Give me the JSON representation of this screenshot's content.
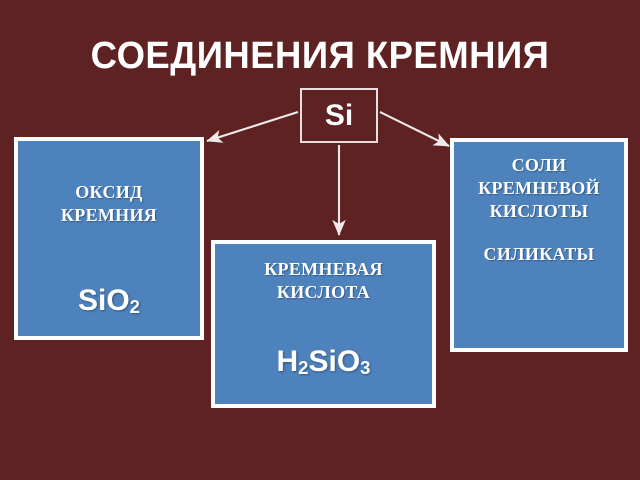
{
  "slide": {
    "title": "СОЕДИНЕНИЯ КРЕМНИЯ",
    "background_color": "#5e2222",
    "box_color": "#4d82bd",
    "box_border_color": "#ffffff",
    "text_color": "#ffffff"
  },
  "root": {
    "label": "Si",
    "border_color": "#e8e0e0"
  },
  "nodes": {
    "oxide": {
      "heading": "ОКСИД\nКРЕМНИЯ",
      "formula": "SiO₂",
      "formula_base": "SiO",
      "formula_sub": "2"
    },
    "acid": {
      "heading": "КРЕМНЕВАЯ\nКИСЛОТА",
      "formula": "H₂SiO₃",
      "formula_part1": "H",
      "formula_sub1": "2",
      "formula_part2": "SiO",
      "formula_sub2": "3"
    },
    "salts": {
      "heading": "СОЛИ\nКРЕМНЕВОЙ\nКИСЛОТЫ",
      "heading2": "СИЛИКАТЫ"
    }
  },
  "connectors": [
    {
      "name": "si-to-oxide",
      "from": "Si",
      "to": "ОКСИД КРЕМНИЯ",
      "direction": "down-left"
    },
    {
      "name": "si-to-acid",
      "from": "Si",
      "to": "КРЕМНЕВАЯ КИСЛОТА",
      "direction": "down"
    },
    {
      "name": "si-to-salts",
      "from": "Si",
      "to": "СОЛИ КРЕМНЕВОЙ КИСЛОТЫ",
      "direction": "down-right"
    }
  ]
}
